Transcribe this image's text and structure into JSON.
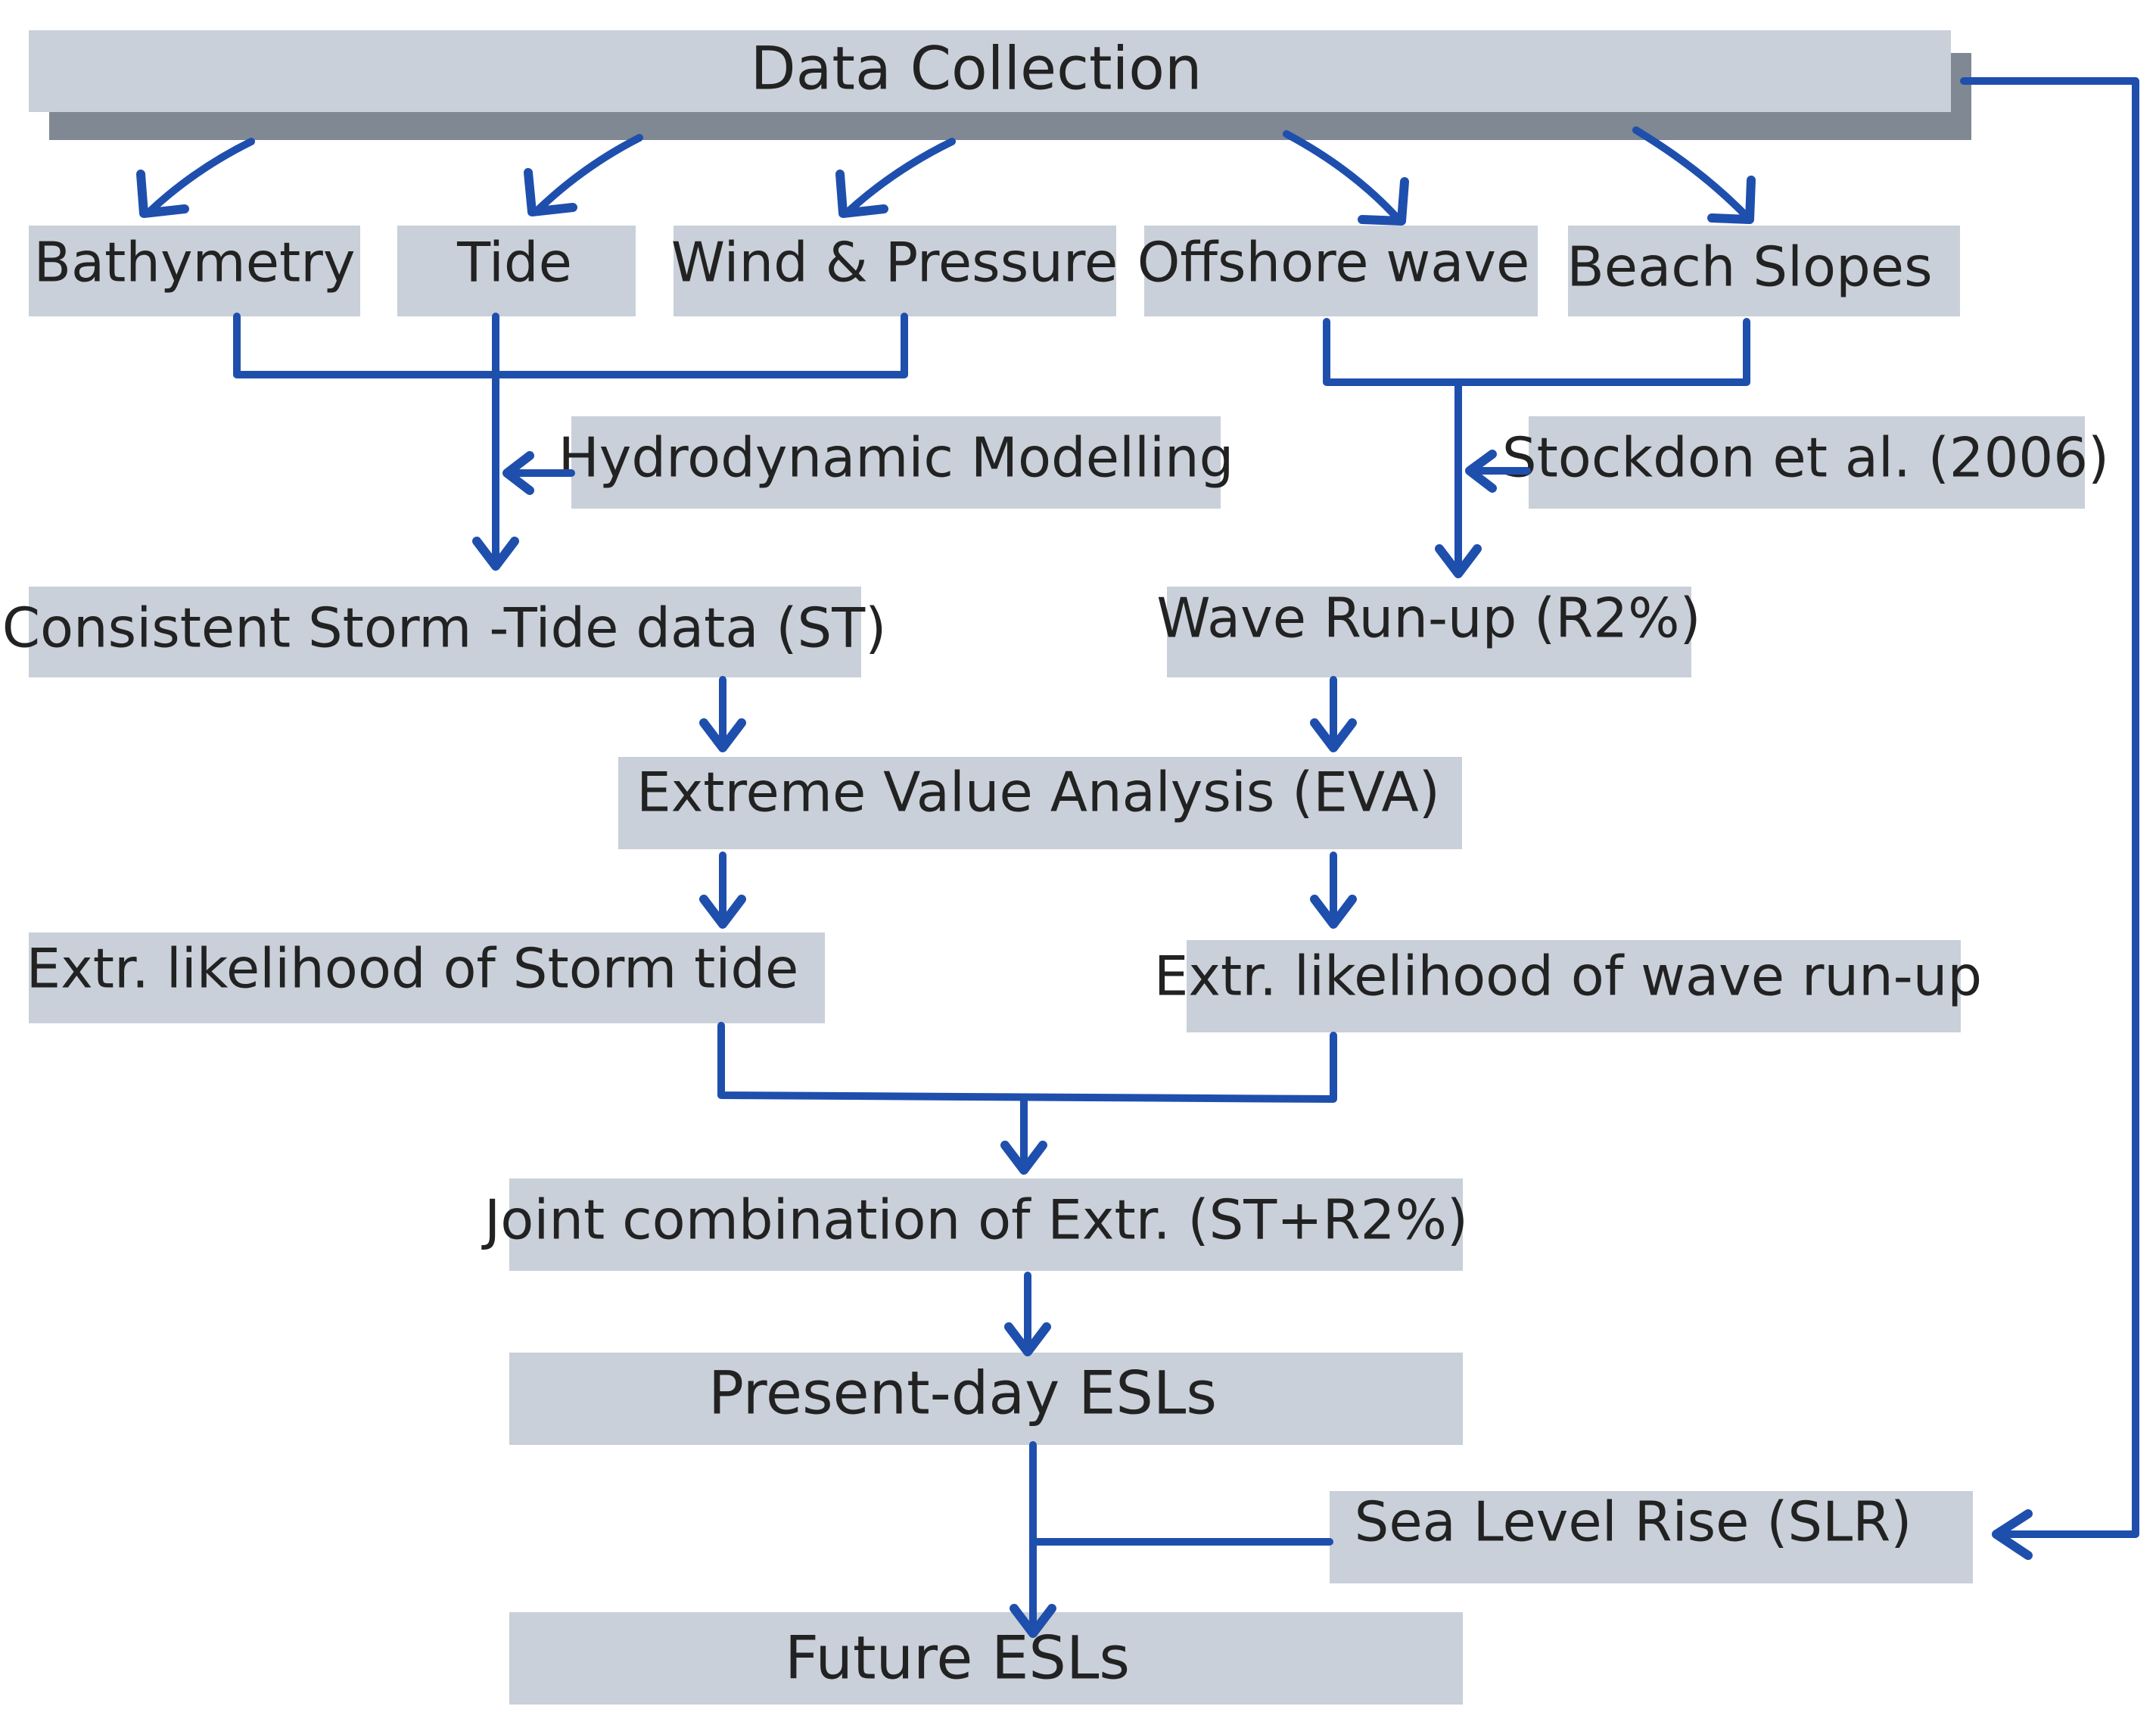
{
  "nodes": {
    "data_collection": "Data Collection",
    "bathymetry": "Bathymetry",
    "tide": "Tide",
    "wind_pressure": "Wind & Pressure",
    "offshore_wave": "Offshore wave",
    "beach_slopes": "Beach Slopes",
    "hydrodynamic_modelling": "Hydrodynamic Modelling",
    "stockdon": "Stockdon et al. (2006)",
    "storm_tide_data": "Consistent Storm -Tide data (ST)",
    "wave_runup": "Wave Run-up (R2%)",
    "eva": "Extreme Value Analysis (EVA)",
    "likelihood_storm_tide": "Extr. likelihood of Storm tide",
    "likelihood_wave_runup": "Extr. likelihood of wave run-up",
    "joint_combination": "Joint combination of  Extr. (ST+R2%)",
    "present_esls": "Present-day ESLs",
    "slr": "Sea Level Rise (SLR)",
    "future_esls": "Future ESLs"
  },
  "colors": {
    "box_fill": "#c9d0d9",
    "box_shadow": "#7f8893",
    "arrow": "#1f4fad",
    "text": "#222222"
  }
}
